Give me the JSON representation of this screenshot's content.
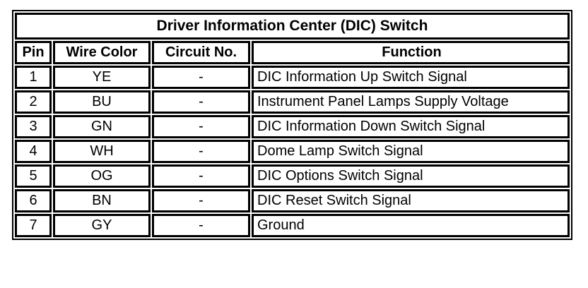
{
  "table": {
    "title": "Driver Information Center (DIC) Switch",
    "columns": [
      "Pin",
      "Wire Color",
      "Circuit No.",
      "Function"
    ],
    "rows": [
      {
        "pin": "1",
        "wire_color": "YE",
        "circuit_no": "-",
        "function": "DIC Information Up Switch Signal"
      },
      {
        "pin": "2",
        "wire_color": "BU",
        "circuit_no": "-",
        "function": "Instrument Panel Lamps Supply Voltage"
      },
      {
        "pin": "3",
        "wire_color": "GN",
        "circuit_no": "-",
        "function": "DIC Information Down Switch Signal"
      },
      {
        "pin": "4",
        "wire_color": "WH",
        "circuit_no": "-",
        "function": "Dome Lamp Switch Signal"
      },
      {
        "pin": "5",
        "wire_color": "OG",
        "circuit_no": "-",
        "function": "DIC Options Switch Signal"
      },
      {
        "pin": "6",
        "wire_color": "BN",
        "circuit_no": "-",
        "function": "DIC Reset Switch Signal"
      },
      {
        "pin": "7",
        "wire_color": "GY",
        "circuit_no": "-",
        "function": "Ground"
      }
    ]
  },
  "colors": {
    "border": "#000000",
    "text": "#000000",
    "background": "#ffffff"
  }
}
